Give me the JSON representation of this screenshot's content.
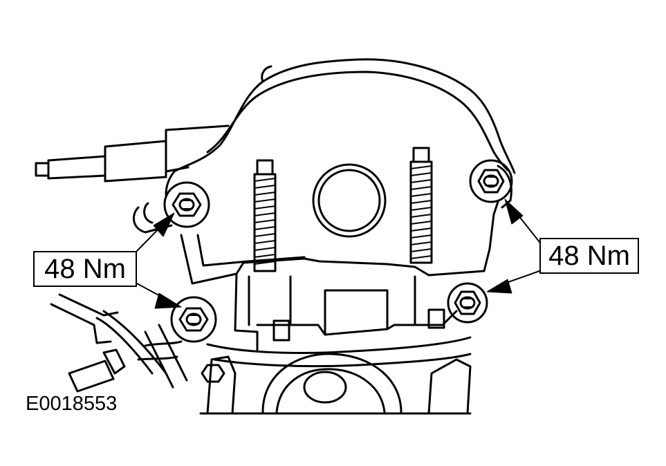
{
  "callouts": {
    "left_torque": "48 Nm",
    "right_torque": "48 Nm"
  },
  "figure_id": "E0018553"
}
